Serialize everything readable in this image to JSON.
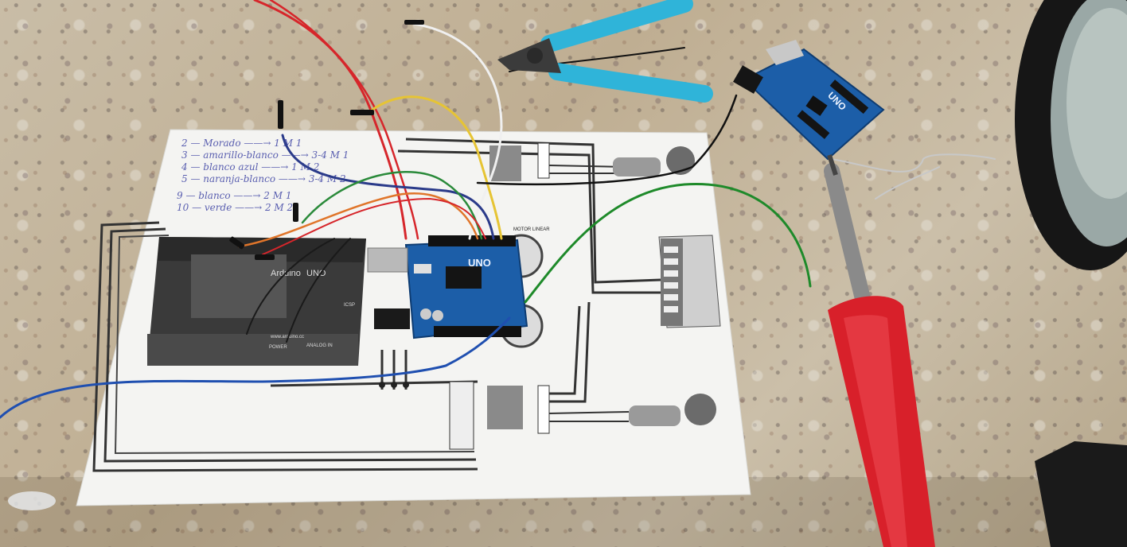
{
  "scene": {
    "description_labels": {
      "handwritten_notes": [
        "2 — Morado ——→ 1 M 1",
        "3 — amarillo-blanco ——→ 3-4 M 1",
        "4 — blanco azul ——→ 1 M 2",
        "5 — naranja-blanco ——→ 3-4 M 2",
        "9 — blanco ——→ 2 M 1",
        "10 — verde ——→ 2 M 2"
      ],
      "printed_arduino_brand": "Arduino",
      "printed_arduino_model": "UNO",
      "printed_website": "www.arduino.cc",
      "printed_power": "POWER",
      "printed_analog": "ANALOG IN",
      "printed_icsp": "ICSP",
      "printed_linear": "MOTOR LINEAR",
      "board_label_1": "UNO",
      "board_label_2": "UNO"
    }
  },
  "colors": {
    "board_blue": "#1c5ea8",
    "cutter_handle": "#2fb4d9",
    "iron_handle": "#d8202a",
    "paper": "#f4f4f2"
  }
}
